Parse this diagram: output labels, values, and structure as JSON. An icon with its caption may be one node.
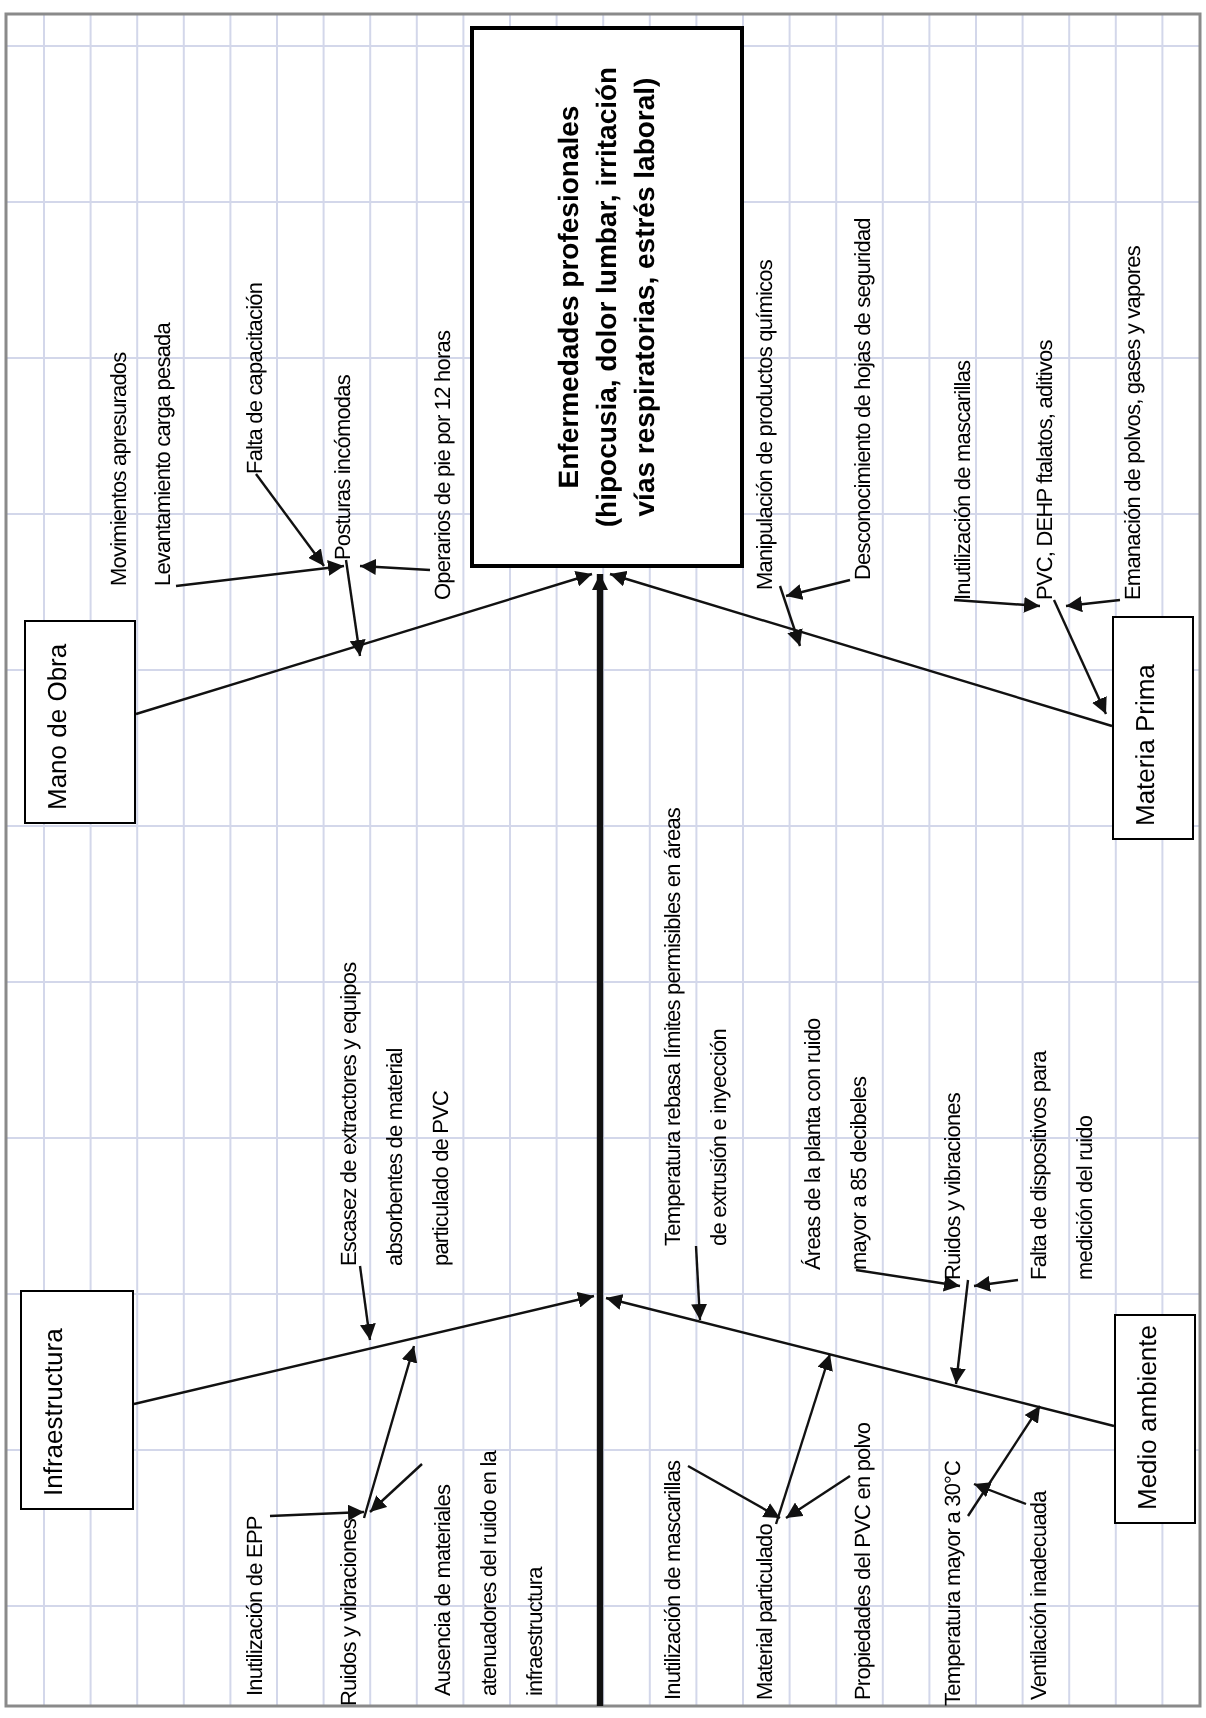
{
  "diagram": {
    "nodes": [
      {
        "text": [
          "Enfermedades profesionales (hipocusia, dolor lumbar, irritación vías respiratorias, estrés laboral)"
        ]
      },
      {
        "text": [
          "Mano de Obra"
        ]
      },
      {
        "text": [
          "Levantamiento carga pesada"
        ]
      },
      {
        "text": [
          "Falta de capacitación"
        ]
      },
      {
        "text": [
          "Posturas incómodas"
        ]
      },
      {
        "text": [
          "Operarios de pie por 12 horas"
        ]
      },
      {
        "text": [
          "Materia Prima"
        ]
      },
      {
        "text": [
          "Manipulación de productos químicos"
        ]
      },
      {
        "text": [
          "Desconocimiento de hojas de seguridad"
        ]
      },
      {
        "text": [
          "Inutilización de mascarillas"
        ]
      },
      {
        "text": [
          "PVC, DEHP ftalatos, aditivos"
        ]
      },
      {
        "text": [
          "Emanación de polvos, gases y vapores"
        ]
      },
      {
        "text": [
          "Infraestructura"
        ]
      },
      {
        "text": [
          "Escasez de extractores y equipos absorbentes de material particulado de PVC"
        ]
      },
      {
        "text": [
          "Inutilización de EPP"
        ]
      },
      {
        "text": [
          "Ruidos y vibraciones"
        ]
      },
      {
        "text": [
          "Ausencia de materiales atenuadores del ruido en la infraestructura"
        ]
      },
      {
        "text": [
          "Medio ambiente"
        ]
      },
      {
        "text": [
          "Temperatura rebasa límites permisibles en áreas de extrusión e inyección"
        ]
      },
      {
        "text": [
          "Inutilización de mascarillas"
        ]
      },
      {
        "text": [
          "Material particulado"
        ]
      },
      {
        "text": [
          "Propiedades del PVC en polvo"
        ]
      },
      {
        "text": [
          "Áreas de la planta con ruido mayor a 85 decibeles"
        ]
      },
      {
        "text": [
          "Ruidos y vibraciones"
        ]
      },
      {
        "text": [
          "Falta de dispositivos para medición del ruido"
        ]
      },
      {
        "text": [
          "Temperatura mayor a 30°C"
        ]
      },
      {
        "text": [
          "Ventilación inadecuada"
        ]
      }
    ],
    "edges": [
      {
        "from": null,
        "to": 0,
        "arrow": "to",
        "style": "thick"
      },
      {
        "from": 1,
        "to": 0,
        "arrow": "to"
      },
      {
        "from": 6,
        "to": 0,
        "arrow": "to"
      },
      {
        "from": 12,
        "to": null,
        "arrow": "to"
      },
      {
        "from": 17,
        "to": null,
        "arrow": "to"
      },
      {
        "from": 2,
        "to": 4,
        "arrow": "to"
      },
      {
        "from": 3,
        "to": 4,
        "arrow": "to"
      },
      {
        "from": 5,
        "to": 4,
        "arrow": "to"
      },
      {
        "from": 4,
        "to": null,
        "arrow": "to"
      },
      {
        "from": 7,
        "to": null,
        "arrow": "to"
      },
      {
        "from": 8,
        "to": 7,
        "arrow": "to"
      },
      {
        "from": 9,
        "to": 10,
        "arrow": "to"
      },
      {
        "from": 10,
        "to": 6,
        "arrow": "to"
      },
      {
        "from": 11,
        "to": 10,
        "arrow": "to"
      },
      {
        "from": 13,
        "to": null,
        "arrow": "to"
      },
      {
        "from": 14,
        "to": 15,
        "arrow": "to"
      },
      {
        "from": 15,
        "to": null,
        "arrow": "to"
      },
      {
        "from": 16,
        "to": 15,
        "arrow": "to"
      },
      {
        "from": 18,
        "to": null,
        "arrow": "to"
      },
      {
        "from": 19,
        "to": 20,
        "arrow": "to"
      },
      {
        "from": 20,
        "to": null,
        "arrow": "to"
      },
      {
        "from": 21,
        "to": 20,
        "arrow": "to"
      },
      {
        "from": 22,
        "to": 23,
        "arrow": "to"
      },
      {
        "from": 23,
        "to": null,
        "arrow": "to"
      },
      {
        "from": 24,
        "to": 23,
        "arrow": "to"
      },
      {
        "from": 25,
        "to": null,
        "arrow": "to"
      },
      {
        "from": 26,
        "to": 25,
        "arrow": "to"
      }
    ],
    "labels": [
      "Movimientos apresurados"
    ]
  }
}
